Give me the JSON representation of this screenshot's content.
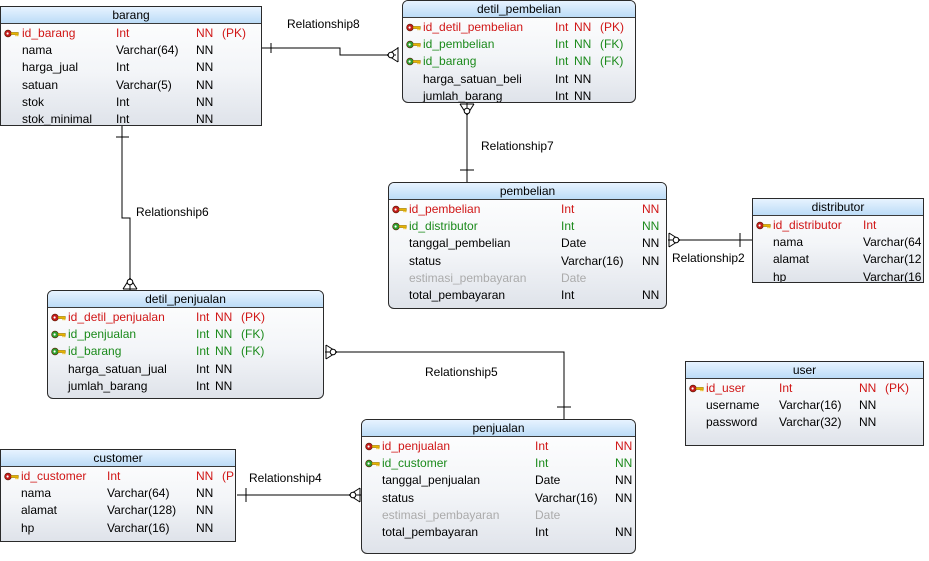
{
  "relationships": [
    "Relationship8",
    "Relationship7",
    "Relationship6",
    "Relationship5",
    "Relationship4",
    "Relationship2"
  ],
  "entities": {
    "barang": {
      "title": "barang",
      "rows": [
        {
          "name": "id_barang",
          "type": "Int",
          "null": "NN",
          "extra": "(PK)",
          "kind": "pk"
        },
        {
          "name": "nama",
          "type": "Varchar(64)",
          "null": "NN",
          "extra": "",
          "kind": "normal"
        },
        {
          "name": "harga_jual",
          "type": "Int",
          "null": "NN",
          "extra": "",
          "kind": "normal"
        },
        {
          "name": "satuan",
          "type": "Varchar(5)",
          "null": "NN",
          "extra": "",
          "kind": "normal"
        },
        {
          "name": "stok",
          "type": "Int",
          "null": "NN",
          "extra": "",
          "kind": "normal"
        },
        {
          "name": "stok_minimal",
          "type": "Int",
          "null": "NN",
          "extra": "",
          "kind": "normal"
        }
      ]
    },
    "detil_pembelian": {
      "title": "detil_pembelian",
      "rows": [
        {
          "name": "id_detil_pembelian",
          "type": "Int",
          "null": "NN",
          "extra": "(PK)",
          "kind": "pk"
        },
        {
          "name": "id_pembelian",
          "type": "Int",
          "null": "NN",
          "extra": "(FK)",
          "kind": "fk"
        },
        {
          "name": "id_barang",
          "type": "Int",
          "null": "NN",
          "extra": "(FK)",
          "kind": "fk"
        },
        {
          "name": "harga_satuan_beli",
          "type": "Int",
          "null": "NN",
          "extra": "",
          "kind": "normal"
        },
        {
          "name": "jumlah_barang",
          "type": "Int",
          "null": "NN",
          "extra": "",
          "kind": "normal"
        }
      ]
    },
    "pembelian": {
      "title": "pembelian",
      "rows": [
        {
          "name": "id_pembelian",
          "type": "Int",
          "null": "NN",
          "extra": "",
          "kind": "pk"
        },
        {
          "name": "id_distributor",
          "type": "Int",
          "null": "NN",
          "extra": "",
          "kind": "fk"
        },
        {
          "name": "tanggal_pembelian",
          "type": "Date",
          "null": "NN",
          "extra": "",
          "kind": "normal"
        },
        {
          "name": "status",
          "type": "Varchar(16)",
          "null": "NN",
          "extra": "",
          "kind": "normal"
        },
        {
          "name": "estimasi_pembayaran",
          "type": "Date",
          "null": "",
          "extra": "",
          "kind": "muted"
        },
        {
          "name": "total_pembayaran",
          "type": "Int",
          "null": "NN",
          "extra": "",
          "kind": "normal"
        }
      ]
    },
    "distributor": {
      "title": "distributor",
      "rows": [
        {
          "name": "id_distributor",
          "type": "Int",
          "null": "",
          "extra": "",
          "kind": "pk"
        },
        {
          "name": "nama",
          "type": "Varchar(64",
          "null": "",
          "extra": "",
          "kind": "normal"
        },
        {
          "name": "alamat",
          "type": "Varchar(12",
          "null": "",
          "extra": "",
          "kind": "normal"
        },
        {
          "name": "hp",
          "type": "Varchar(16",
          "null": "",
          "extra": "",
          "kind": "normal"
        }
      ]
    },
    "detil_penjualan": {
      "title": "detil_penjualan",
      "rows": [
        {
          "name": "id_detil_penjualan",
          "type": "Int",
          "null": "NN",
          "extra": "(PK)",
          "kind": "pk"
        },
        {
          "name": "id_penjualan",
          "type": "Int",
          "null": "NN",
          "extra": "(FK)",
          "kind": "fk"
        },
        {
          "name": "id_barang",
          "type": "Int",
          "null": "NN",
          "extra": "(FK)",
          "kind": "fk"
        },
        {
          "name": "harga_satuan_jual",
          "type": "Int",
          "null": "NN",
          "extra": "",
          "kind": "normal"
        },
        {
          "name": "jumlah_barang",
          "type": "Int",
          "null": "NN",
          "extra": "",
          "kind": "normal"
        }
      ]
    },
    "user": {
      "title": "user",
      "rows": [
        {
          "name": "id_user",
          "type": "Int",
          "null": "NN",
          "extra": "(PK)",
          "kind": "pk"
        },
        {
          "name": "username",
          "type": "Varchar(16)",
          "null": "NN",
          "extra": "",
          "kind": "normal"
        },
        {
          "name": "password",
          "type": "Varchar(32)",
          "null": "NN",
          "extra": "",
          "kind": "normal"
        }
      ]
    },
    "penjualan": {
      "title": "penjualan",
      "rows": [
        {
          "name": "id_penjualan",
          "type": "Int",
          "null": "NN",
          "extra": "",
          "kind": "pk"
        },
        {
          "name": "id_customer",
          "type": "Int",
          "null": "NN",
          "extra": "",
          "kind": "fk"
        },
        {
          "name": "tanggal_penjualan",
          "type": "Date",
          "null": "NN",
          "extra": "",
          "kind": "normal"
        },
        {
          "name": "status",
          "type": "Varchar(16)",
          "null": "NN",
          "extra": "",
          "kind": "normal"
        },
        {
          "name": "estimasi_pembayaran",
          "type": "Date",
          "null": "",
          "extra": "",
          "kind": "muted"
        },
        {
          "name": "total_pembayaran",
          "type": "Int",
          "null": "NN",
          "extra": "",
          "kind": "normal"
        }
      ]
    },
    "customer": {
      "title": "customer",
      "rows": [
        {
          "name": "id_customer",
          "type": "Int",
          "null": "NN",
          "extra": "(PI",
          "kind": "pk"
        },
        {
          "name": "nama",
          "type": "Varchar(64)",
          "null": "NN",
          "extra": "",
          "kind": "normal"
        },
        {
          "name": "alamat",
          "type": "Varchar(128)",
          "null": "NN",
          "extra": "",
          "kind": "normal"
        },
        {
          "name": "hp",
          "type": "Varchar(16)",
          "null": "NN",
          "extra": "",
          "kind": "normal"
        }
      ]
    }
  }
}
